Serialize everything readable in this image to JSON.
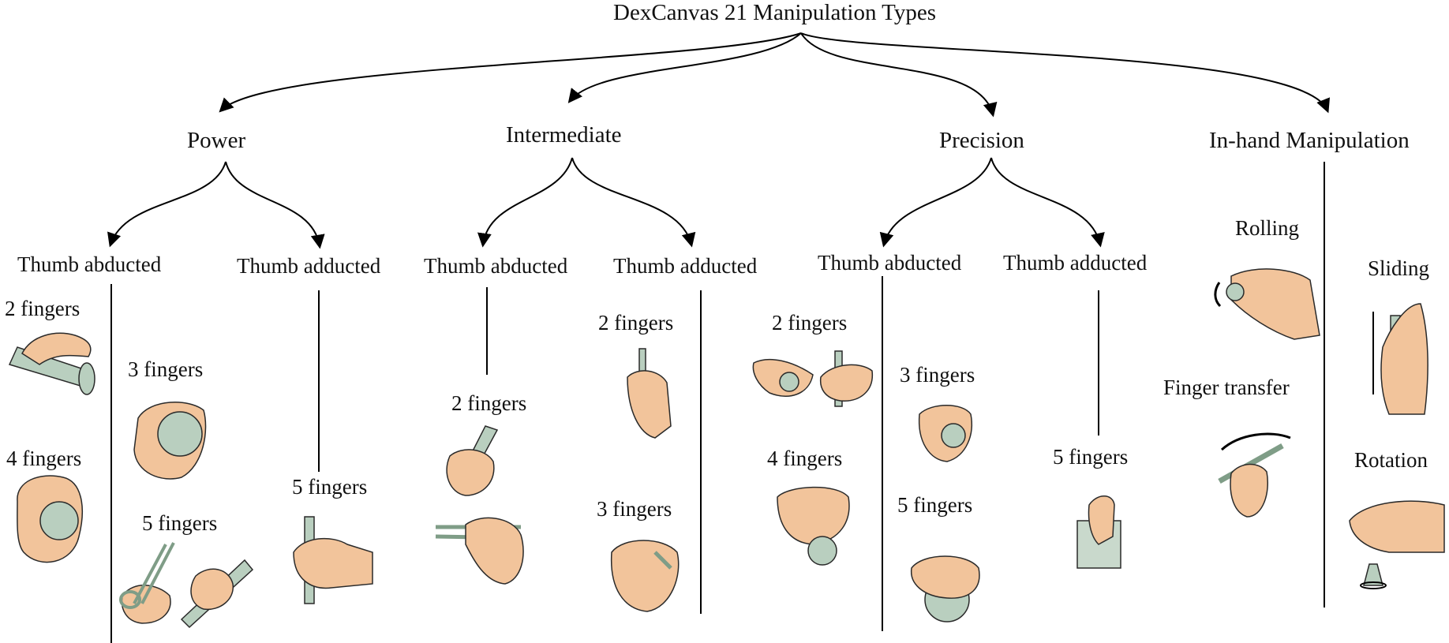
{
  "diagram": {
    "title": "DexCanvas 21 Manipulation Types",
    "categories": {
      "power": "Power",
      "intermediate": "Intermediate",
      "precision": "Precision",
      "inhand": "In-hand Manipulation"
    },
    "thumb": {
      "abducted": "Thumb abducted",
      "adducted": "Thumb adducted"
    },
    "fingers": {
      "two": "2 fingers",
      "three": "3 fingers",
      "four": "4 fingers",
      "five": "5 fingers"
    },
    "inhand_types": {
      "rolling": "Rolling",
      "sliding": "Sliding",
      "finger_transfer": "Finger transfer",
      "rotation": "Rotation"
    },
    "colors": {
      "skin": "#f2c49b",
      "skin_outline": "#2a2a2a",
      "object": "#b9cfbf",
      "object_outline": "#5c6e60",
      "line": "#000000"
    }
  }
}
